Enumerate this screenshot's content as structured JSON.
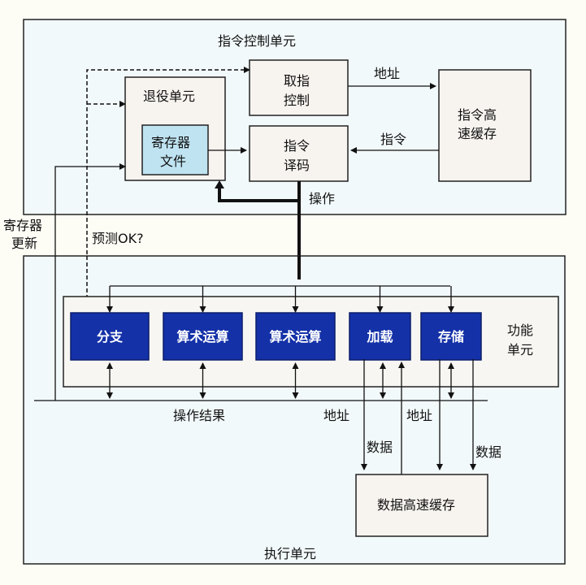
{
  "instruction_control_unit": {
    "title": "指令控制单元",
    "retirement_unit": "退役单元",
    "register_file": [
      "寄存器",
      "文件"
    ],
    "fetch_control": [
      "取指",
      "控制"
    ],
    "instruction_decode": [
      "指令",
      "译码"
    ],
    "instruction_cache": [
      "指令高",
      "速缓存"
    ],
    "address_label": "地址",
    "instructions_label": "指令",
    "operations_label": "操作"
  },
  "side_labels": {
    "register_updates": [
      "寄存器",
      "更新"
    ],
    "prediction_ok": "预测OK?"
  },
  "execution_unit": {
    "title": "执行单元",
    "functional_units_label": [
      "功能",
      "单元"
    ],
    "functional_units": [
      {
        "label": "分支"
      },
      {
        "label": "算术运算"
      },
      {
        "label": "算术运算"
      },
      {
        "label": "加载"
      },
      {
        "label": "存储"
      }
    ],
    "operation_results_label": "操作结果",
    "load_address_label": "地址",
    "store_address_label": "地址",
    "load_data_label": "数据",
    "store_data_label": "数据",
    "data_cache": "数据高速缓存"
  },
  "colors": {
    "functional_unit": "#1431a8",
    "register_file": "#bfe3f1",
    "region_background": "#f2f9fb"
  }
}
